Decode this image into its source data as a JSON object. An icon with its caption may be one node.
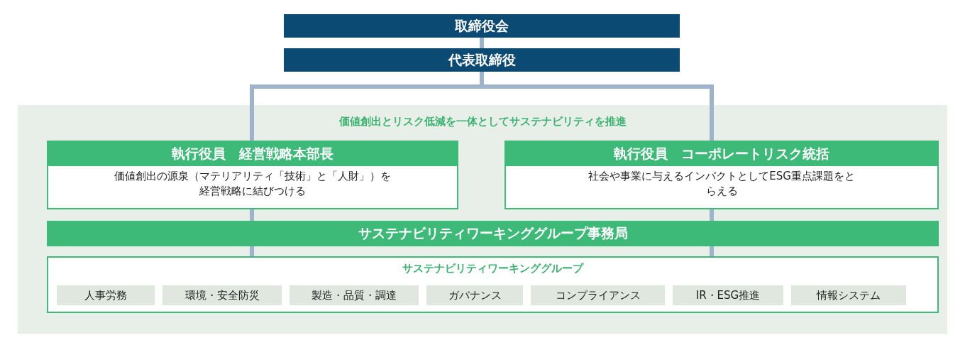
{
  "diagram": {
    "nodes": [
      {
        "text": [
          "取締役会"
        ]
      },
      {
        "text": [
          "代表取締役"
        ]
      },
      {
        "text": [
          "価値創出とリスク低減を一体としてサステナビリティを推進"
        ]
      },
      {
        "text": [
          "執行役員　経営戦略本部長",
          "価値創出の源泉（マテリアリティ「技術」と「人財」）を経営戦略に結びつける"
        ],
        "in": 2
      },
      {
        "text": [
          "執行役員　コーポレートリスク統括",
          "社会や事業に与えるインパクトとしてESG重点課題をとらえる"
        ],
        "in": 2
      },
      {
        "text": [
          "サステナビリティワーキンググループ事務局"
        ],
        "in": 2
      },
      {
        "text": [
          "サステナビリティワーキンググループ"
        ],
        "in": 2
      },
      {
        "text": [
          "人事労務"
        ],
        "in": 6
      },
      {
        "text": [
          "環境・安全防災"
        ],
        "in": 6
      },
      {
        "text": [
          "製造・品質・調達"
        ],
        "in": 6
      },
      {
        "text": [
          "ガバナンス"
        ],
        "in": 6
      },
      {
        "text": [
          "コンプライアンス"
        ],
        "in": 6
      },
      {
        "text": [
          "IR・ESG推進"
        ],
        "in": 6
      },
      {
        "text": [
          "情報システム"
        ],
        "in": 6
      }
    ],
    "edges": [
      {
        "from": 0,
        "to": 1,
        "arrow": "none"
      },
      {
        "from": 1,
        "to": 3,
        "arrow": "none"
      },
      {
        "from": 1,
        "to": 4,
        "arrow": "none"
      },
      {
        "from": 3,
        "to": 5,
        "arrow": "none"
      },
      {
        "from": 4,
        "to": 5,
        "arrow": "none"
      },
      {
        "from": 5,
        "to": 6,
        "arrow": "none"
      },
      {
        "from": 5,
        "to": 6,
        "arrow": "none"
      }
    ]
  }
}
